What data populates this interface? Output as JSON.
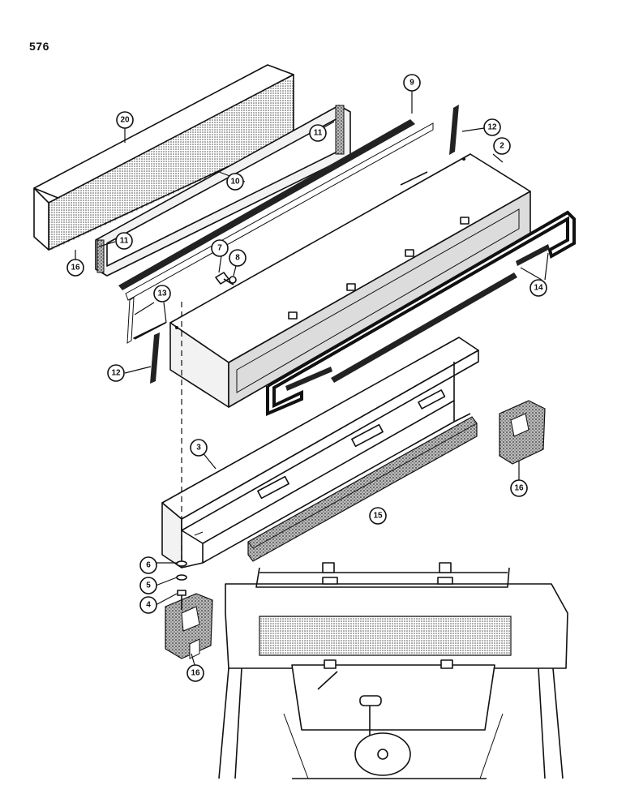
{
  "page_number": "576",
  "callouts": [
    {
      "label": "20"
    },
    {
      "label": "9"
    },
    {
      "label": "12"
    },
    {
      "label": "2"
    },
    {
      "label": "11"
    },
    {
      "label": "10"
    },
    {
      "label": "11"
    },
    {
      "label": "16"
    },
    {
      "label": "7"
    },
    {
      "label": "8"
    },
    {
      "label": "14"
    },
    {
      "label": "13"
    },
    {
      "label": "12"
    },
    {
      "label": "3"
    },
    {
      "label": "16"
    },
    {
      "label": "15"
    },
    {
      "label": "6"
    },
    {
      "label": "5"
    },
    {
      "label": "4"
    },
    {
      "label": "16"
    }
  ]
}
